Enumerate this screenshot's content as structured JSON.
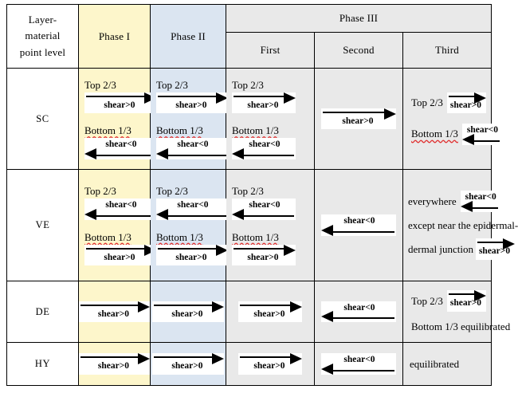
{
  "table": {
    "corner_header_lines": [
      "Layer-",
      "material",
      "point level"
    ],
    "columns": [
      {
        "key": "rowlabel",
        "label": ""
      },
      {
        "key": "phase1",
        "label": "Phase I",
        "tint": "#fdf6cb"
      },
      {
        "key": "phase2",
        "label": "Phase II",
        "tint": "#dbe5f1"
      },
      {
        "key": "phase3",
        "label": "Phase III",
        "tint": "#e9e9e9",
        "sub": [
          {
            "label": "First"
          },
          {
            "label": "Second"
          },
          {
            "label": "Third"
          }
        ]
      }
    ],
    "labels": {
      "top": "Top 2/3",
      "bottom": "Bottom 1/3",
      "shear_pos": "shear>0",
      "shear_neg": "shear<0",
      "everywhere": "everywhere",
      "except_line": "except near the epidermal-",
      "junction": "dermal junction",
      "bottom_equilibrated": "Bottom 1/3 equilibrated",
      "equilibrated": "equilibrated"
    },
    "rows": [
      {
        "name": "SC",
        "phase1": {
          "top_arrow": "shear>0",
          "bottom_arrow": "shear<0"
        },
        "phase2": {
          "top_arrow": "shear>0",
          "bottom_arrow": "shear<0"
        },
        "p3_first": {
          "top_arrow": "shear>0",
          "bottom_arrow": "shear<0"
        },
        "p3_second": {
          "arrow": "shear>0"
        },
        "p3_third": {
          "top_arrow": "shear>0",
          "bottom_arrow": "shear<0"
        }
      },
      {
        "name": "VE",
        "phase1": {
          "top_arrow": "shear<0",
          "bottom_arrow": "shear>0"
        },
        "phase2": {
          "top_arrow": "shear<0",
          "bottom_arrow": "shear>0"
        },
        "p3_first": {
          "top_arrow": "shear<0",
          "bottom_arrow": "shear>0"
        },
        "p3_second": {
          "arrow": "shear<0"
        },
        "p3_third": {
          "line1_arrow": "shear<0",
          "line3_arrow": "shear>0"
        }
      },
      {
        "name": "DE",
        "phase1": {
          "arrow": "shear>0"
        },
        "phase2": {
          "arrow": "shear>0"
        },
        "p3_first": {
          "arrow": "shear>0"
        },
        "p3_second": {
          "arrow": "shear<0"
        },
        "p3_third": {
          "top_arrow": "shear>0"
        }
      },
      {
        "name": "HY",
        "phase1": {
          "arrow": "shear>0"
        },
        "phase2": {
          "arrow": "shear>0"
        },
        "p3_first": {
          "arrow": "shear>0"
        },
        "p3_second": {
          "arrow": "shear<0"
        },
        "p3_third": {}
      }
    ]
  }
}
